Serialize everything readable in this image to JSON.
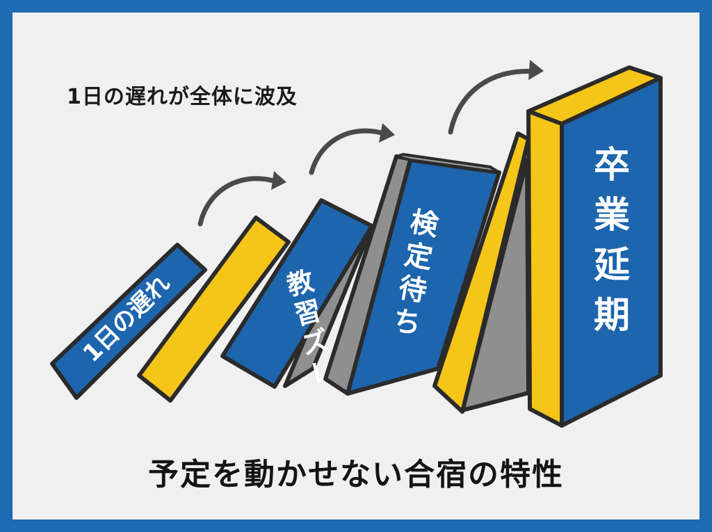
{
  "header": {
    "text": "1日の遅れが全体に波及"
  },
  "dominoes": [
    {
      "label": "1日の遅れ",
      "face": "blue"
    },
    {
      "label": "",
      "face": "yellow"
    },
    {
      "label": "教\n習\nズ\nレ",
      "face": "blue"
    },
    {
      "label": "検\n定\n待\nち",
      "face": "blue"
    },
    {
      "label": "",
      "face": "yellow"
    },
    {
      "label": "卒\n業\n延\n期",
      "face": "blue"
    }
  ],
  "caption": {
    "text": "予定を動かせない合宿の特性"
  },
  "colors": {
    "frame_blue": "#1d6bb3",
    "domino_blue": "#1d65ad",
    "domino_yellow": "#f5c518",
    "domino_side_gray": "#8f8f8f",
    "outline": "#2b2b2b",
    "arrow": "#4a4a4a",
    "background": "#f0f0f0"
  }
}
